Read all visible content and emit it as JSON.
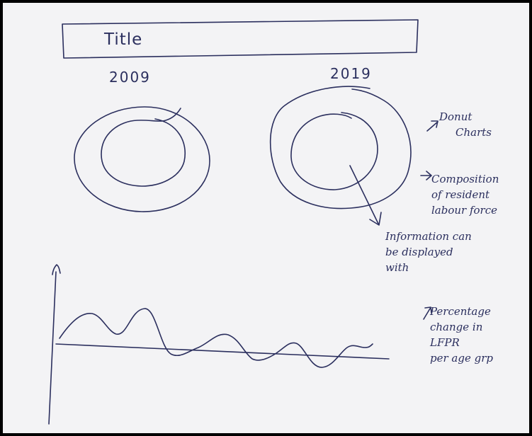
{
  "title": "Title",
  "donut_charts": [
    {
      "year": "2009"
    },
    {
      "year": "2019"
    }
  ],
  "annotations": {
    "donut": [
      "Donut",
      "Charts"
    ],
    "composition": [
      "Composition",
      "of resident",
      "labour force"
    ],
    "information": [
      "Information can",
      "be displayed",
      "with"
    ],
    "percentage": [
      "Percentage",
      "change in",
      "LFPR",
      "per age grp"
    ]
  },
  "ink_color": "#2b2f5e",
  "paper_color": "#f3f3f5"
}
